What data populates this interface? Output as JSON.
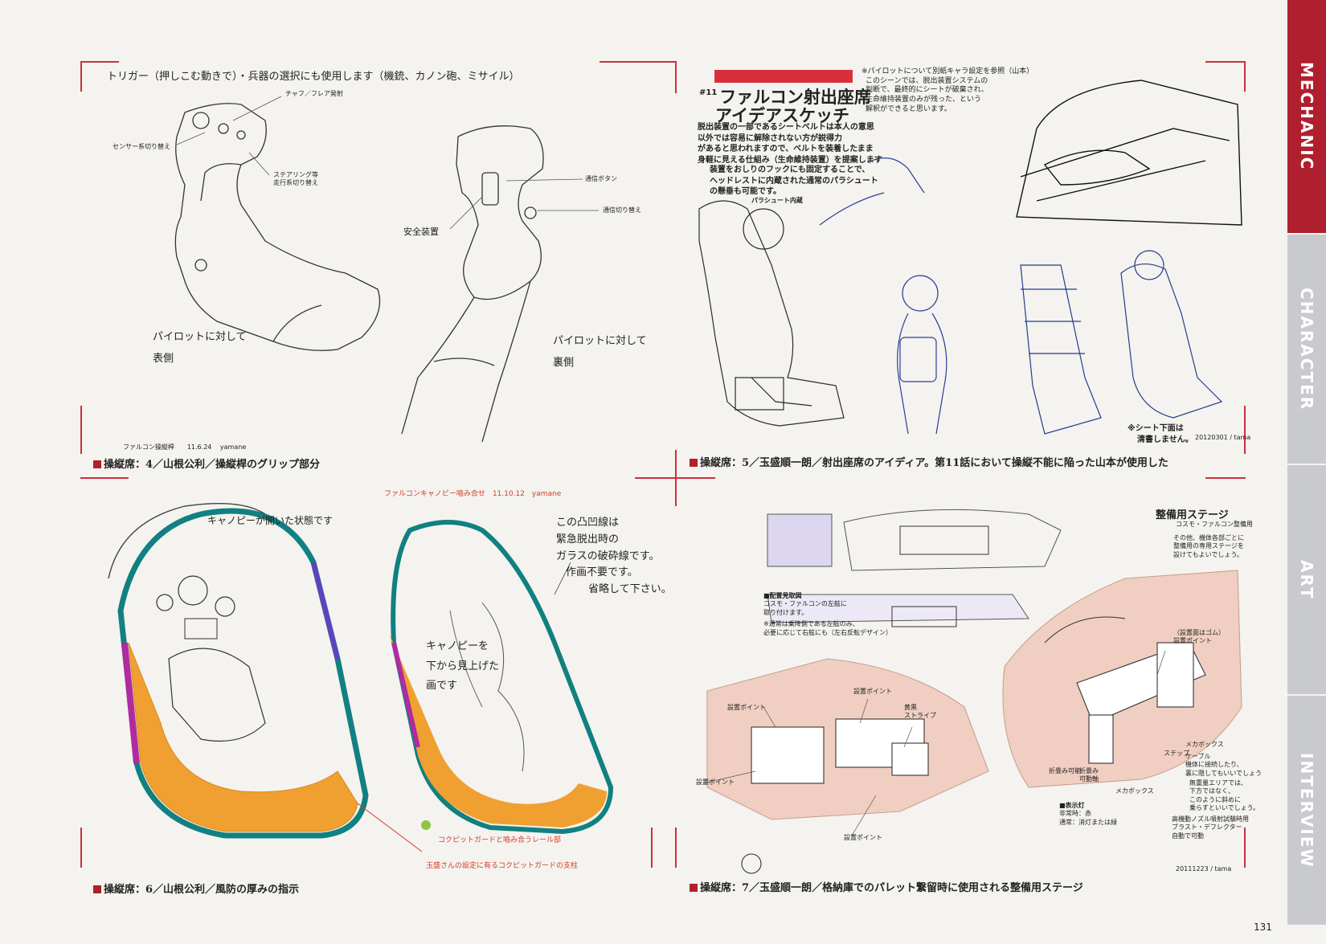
{
  "sidebar": {
    "tabs": [
      {
        "label": "MECHANIC",
        "active": true
      },
      {
        "label": "CHARACTER",
        "active": false
      },
      {
        "label": "ART",
        "active": false
      },
      {
        "label": "INTERVIEW",
        "active": false
      }
    ],
    "colors": {
      "active": "#b01f2e",
      "inactive": "#c9cacd"
    }
  },
  "panel1": {
    "heading": "トリガー（押しこむ動きで）・兵器の選択にも使用します（機銃、カノン砲、ミサイル）",
    "labels": {
      "chaff": "チャフ／フレア発射",
      "sensor": "センサー系切り替え",
      "steering_1": "ステアリング等",
      "steering_2": "走行系切り替え",
      "comm_button": "通信ボタン",
      "comm_switch": "通信切り替え",
      "safety": "安全装置",
      "front_1": "パイロットに対して",
      "front_2": "表側",
      "back_1": "パイロットに対して",
      "back_2": "裏側"
    },
    "credit": "ファルコン操縦桿　　11.6.24　 yamane",
    "caption": "操縦席：4／山根公利／操縦桿のグリップ部分"
  },
  "panel2": {
    "title_number": "#11",
    "title_line1": "ファルコン射出座席",
    "title_line2": "アイデアスケッチ",
    "note": [
      "※パイロットについて別紙キャラ設定を参照（山本）",
      "このシーンでは、脱出装置システムの",
      "判断で、最終的にシートが破棄され、",
      "生命維持装置のみが残った、という",
      "解釈ができると思います。"
    ],
    "body": [
      "脱出装置の一部であるシートベルトは本人の意思",
      "以外では容易に解除されない方が説得力",
      "があると思われますので、ベルトを装着したまま",
      "身軽に見える仕組み（生命維持装置）を提案します"
    ],
    "body2": [
      "装置をおしりのフックにも固定することで、",
      "ヘッドレストに内蔵された通常のパラシュート",
      "の懸垂も可能です。"
    ],
    "labels": {
      "parachute": "パラシュート内蔵",
      "seat_bottom_1": "※シート下面は",
      "seat_bottom_2": "清書しません。"
    },
    "credit": "20120301 / tama",
    "caption": "操縦席：5／玉盛順一朗／射出座席のアイディア。第11話において操縦不能に陥った山本が使用した"
  },
  "panel3": {
    "credit": "ファルコンキャノピー嚙み合せ　11.10.12　yamane",
    "label_open": "キャノピーが開いた状態です",
    "note_right": [
      "この凸凹線は",
      "緊急脱出時の",
      "ガラスの破砕線です。",
      "作画不要です。",
      "省略して下さい。"
    ],
    "note_center": [
      "キャノピーを",
      "下から見上げた",
      "画です"
    ],
    "legend_green": "コクピットガードと嚙み合うレール部",
    "legend_red": "玉盛さんの設定に有るコクピットガードの支柱",
    "caption": "操縦席：6／山根公利／風防の厚みの指示"
  },
  "panel4": {
    "title": "整備用ステージ",
    "subtitle": "コスモ・ファルコン整備用",
    "desc": [
      "その他、機体各部ごとに",
      "整備用の専用ステージを",
      "設けてもよいでしょう。"
    ],
    "placement_title": "■配置見取図",
    "placement": [
      "コスモ・ファルコンの左舷に",
      "取り付けます。",
      "※通常は乗降側である左舷のみ、",
      "必要に応じて右舷にも（左右反転デザイン）"
    ],
    "labels": {
      "point_1": "設置ポイント",
      "point_2": "設置ポイント",
      "point_3": "設置ポイント",
      "point_4": "設置ポイント",
      "stripe_1": "黄黒",
      "stripe_2": "ストライプ",
      "rubber": "（設置面はゴム）",
      "point_r": "設置ポイント",
      "mechabox_1": "メカボックス",
      "mechabox_2": "メカボックス",
      "step": "ステップ",
      "cable": [
        "ケーブル",
        "機体に接続したり、",
        "裏に隠してもいいでしょう"
      ],
      "gravity": [
        "無重量エリアでは、",
        "下方ではなく、",
        "このように斜めに",
        "乗らすといいでしょう。"
      ],
      "foldable": "折畳み可能",
      "foldable2": [
        "折畳み",
        "可動軸"
      ],
      "indicator": [
        "■表示灯",
        "非常時：赤",
        "通常：消灯または緑"
      ],
      "nozzle": [
        "高機動ノズル噴射試験時用",
        "ブラスト・デフレクター",
        "自動で可動"
      ]
    },
    "credit": "20111223 / tama",
    "caption": "操縦席：7／玉盛順一朗／格納庫でのパレット繋留時に使用される整備用ステージ"
  },
  "page_number": "131"
}
